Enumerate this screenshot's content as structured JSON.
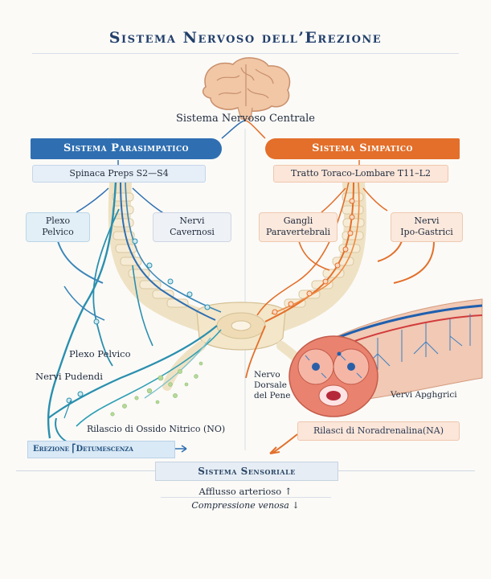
{
  "title": "Sistema Nervoso dell’Erezione",
  "cns_label": "Sistema Nervoso Centrale",
  "para": {
    "banner": "Sistema Parasimpatico",
    "spinal": "Spinaca Preps S2—S4",
    "plexo_line1": "Plexo",
    "plexo_line2": "Pelvico",
    "cav_line1": "Nervi",
    "cav_line2": "Cavernosi"
  },
  "symp": {
    "banner": "Sistema Simpatico",
    "spinal": "Tratto Toraco-Lombare T11–L2",
    "gangli_line1": "Gangli",
    "gangli_line2": "Paravertebrali",
    "ipo_line1": "Nervi",
    "ipo_line2": "Ipo-Gastrici"
  },
  "labels": {
    "plexo_pelvico": "Plexo Pelvico",
    "nervi_pudendi": "Nervi Pudendi",
    "nervo_line1": "Nervo",
    "nervo_line2": "Dorsale",
    "nervo_line3": "del Pene",
    "vervi_apghgrici": "Vervi Apghgrici",
    "no_release": "Rilascio di Ossido Nitrico (NO)",
    "na_release": "Rilasci di Noradrenalina(NA)",
    "erezione": "Erezione ⎡Detumescenza"
  },
  "sensory": {
    "banner": "Sistema Sensoriale",
    "afflusso": "Afflusso arterioso ↑",
    "compressione": "Compressione venosa ↓"
  },
  "colors": {
    "parasympathetic": "#2f6fb1",
    "parasympathetic_nerve": "#2a8fae",
    "sympathetic": "#e36f2a",
    "spine": "#efe2c4",
    "tissue": "#e9836f",
    "title": "#223f6b"
  }
}
